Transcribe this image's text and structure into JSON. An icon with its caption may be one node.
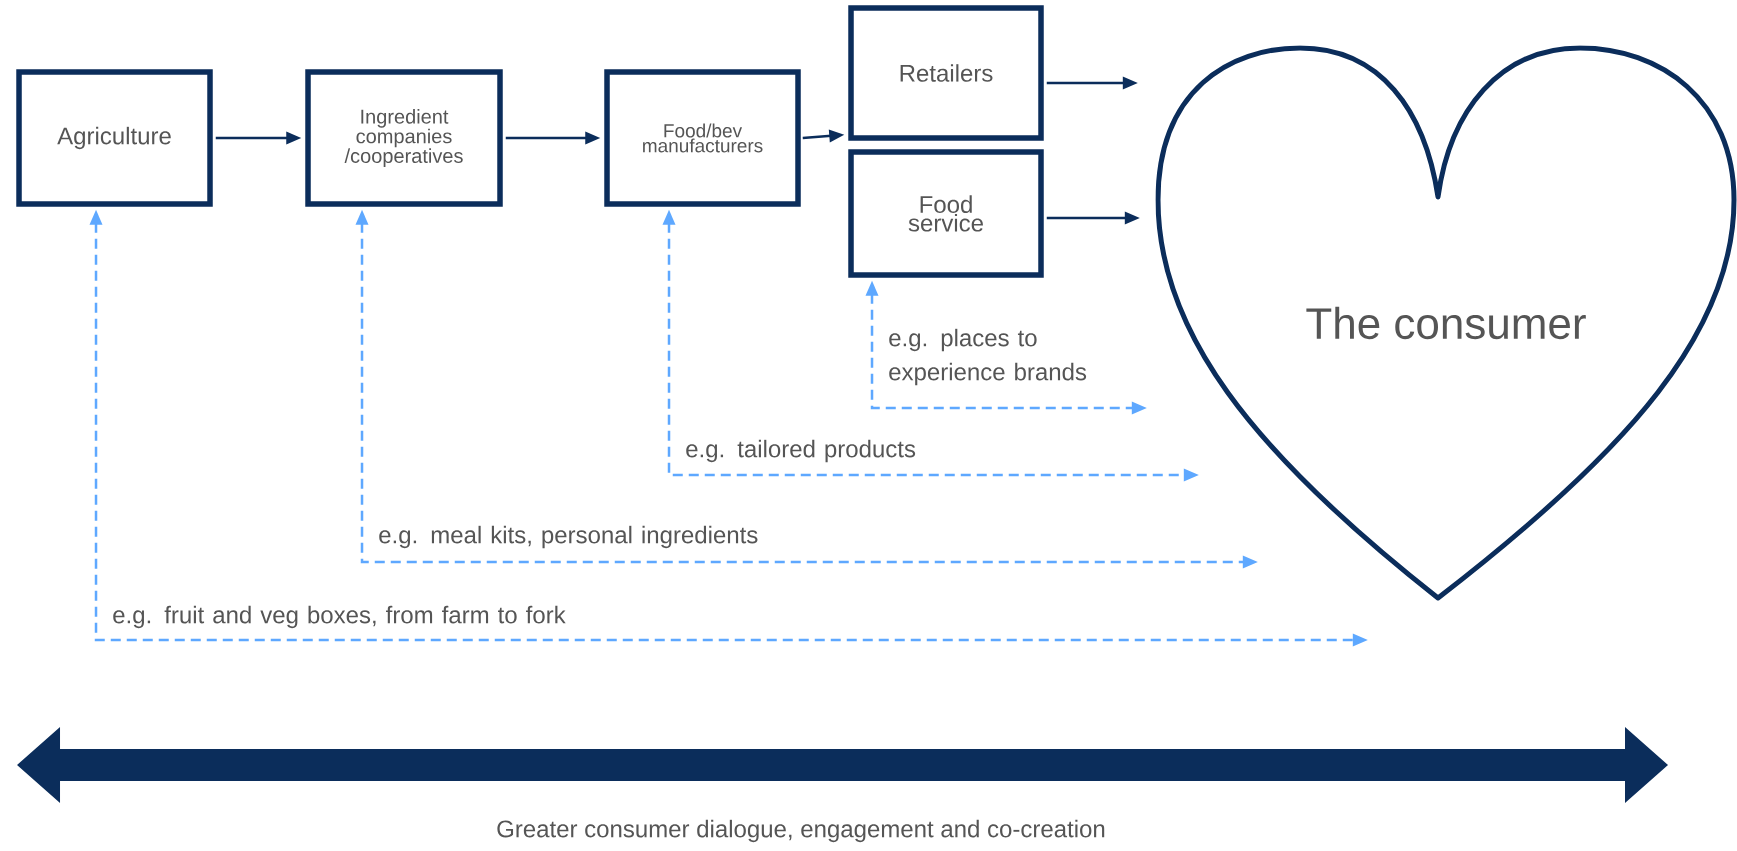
{
  "diagram": {
    "nodes": [
      {
        "text": [
          "Agriculture"
        ]
      },
      {
        "text": [
          "Ingredient companies /cooperatives"
        ]
      },
      {
        "text": [
          "Food/bev manufacturers"
        ]
      },
      {
        "text": [
          "Retailers"
        ]
      },
      {
        "text": [
          "Food service"
        ]
      },
      {
        "text": [
          "The consumer"
        ]
      }
    ],
    "edges": [
      {
        "from": 0,
        "to": 1,
        "arrow": "to"
      },
      {
        "from": 1,
        "to": 2,
        "arrow": "to"
      },
      {
        "from": 2,
        "to": 3,
        "arrow": "to"
      },
      {
        "from": 3,
        "to": 5,
        "arrow": "to"
      },
      {
        "from": 4,
        "to": 5,
        "arrow": "to"
      },
      {
        "from": 4,
        "to": 5,
        "arrow": "both",
        "label": "e.g. places to experience brands",
        "style": "dashed",
        "color": "#5ea8ff"
      },
      {
        "from": 2,
        "to": 5,
        "arrow": "both",
        "label": "e.g. tailored products",
        "style": "dashed",
        "color": "#5ea8ff"
      },
      {
        "from": 1,
        "to": 5,
        "arrow": "both",
        "label": "e.g. meal kits, personal ingredients",
        "style": "dashed",
        "color": "#5ea8ff"
      },
      {
        "from": 0,
        "to": 5,
        "arrow": "both",
        "label": "e.g. fruit and veg boxes, from farm to fork",
        "style": "dashed",
        "color": "#5ea8ff"
      }
    ],
    "labels": [
      "Greater consumer dialogue, engagement and co-creation"
    ]
  }
}
